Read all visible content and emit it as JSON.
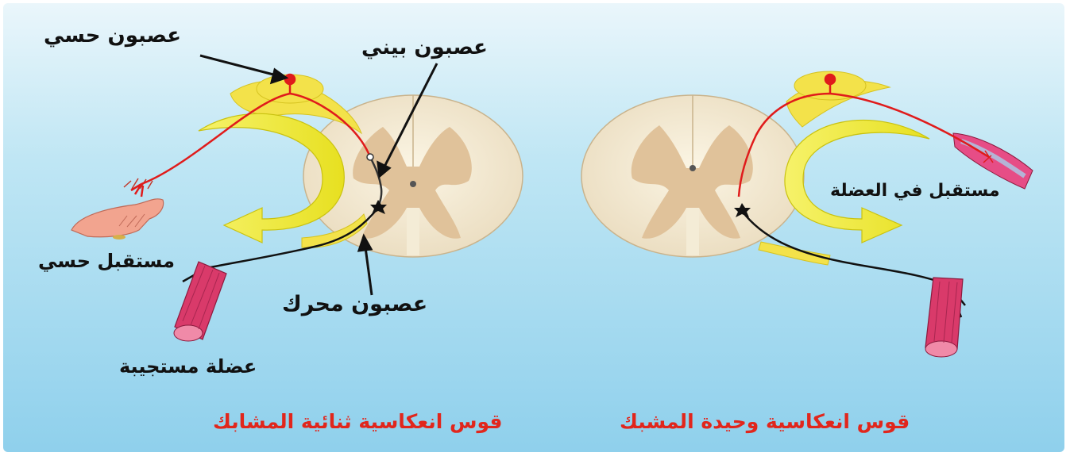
{
  "labels": {
    "sensory_neuron": "عصبون حسي",
    "interneuron": "عصبون بيني",
    "sensory_receptor": "مستقبل حسي",
    "motor_neuron": "عصبون محرك",
    "effector_muscle": "عضلة مستجيبة",
    "muscle_receptor": "مستقبل في العضلة"
  },
  "captions": {
    "left": "قوس انعكاسية ثنائية المشابك",
    "right": "قوس انعكاسية وحيدة المشبك"
  },
  "colors": {
    "caption": "#e1261c",
    "sensory_path": "#e01b1b",
    "motor_path": "#111111",
    "signal_arrow": "#f2ee2a",
    "grey_matter": "#e0c29a",
    "white_matter": "#f4ecd6",
    "muscle": "#d93a6a"
  }
}
